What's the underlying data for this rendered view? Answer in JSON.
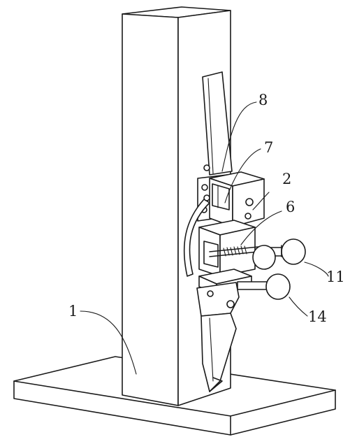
{
  "labels": {
    "column": "1",
    "block": "2",
    "rod": "6",
    "slider": "7",
    "spring": "8",
    "knob_upper": "11",
    "knob_lower": "14"
  }
}
